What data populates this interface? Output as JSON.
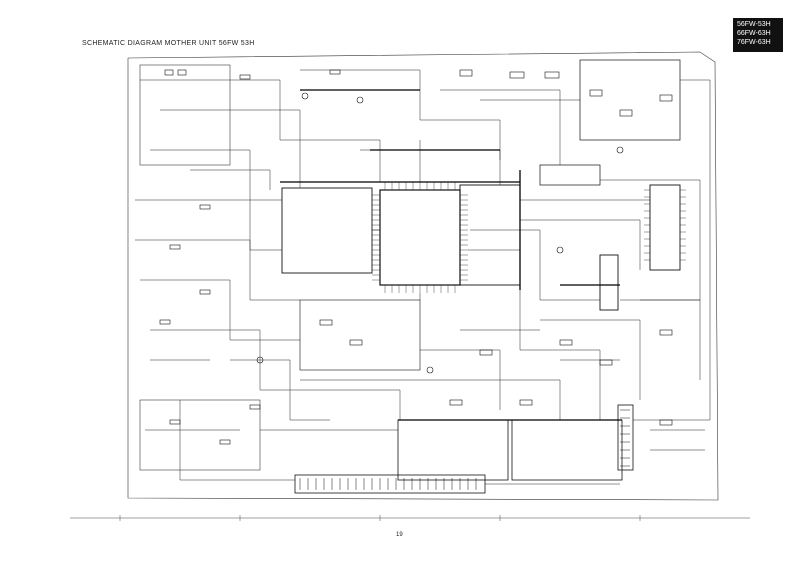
{
  "page": {
    "title": "SCHEMATIC DIAGRAM MOTHER UNIT 56FW 53H",
    "models": [
      "56FW-53H",
      "66FW-63H",
      "76FW-63H"
    ],
    "page_number": "19"
  },
  "colors": {
    "ink": "#111111",
    "paper": "#ffffff"
  }
}
